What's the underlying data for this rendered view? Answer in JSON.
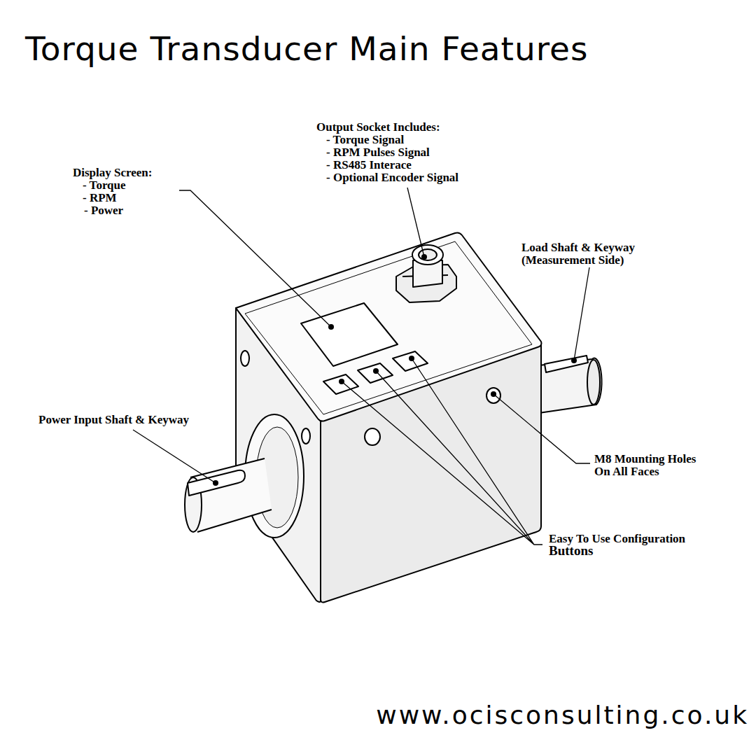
{
  "diagram": {
    "title": "Torque Transducer Main Features",
    "labels": [
      "Display Screen:",
      "- Torque",
      "- RPM",
      "- Power",
      "Output Socket Includes:",
      "- Torque Signal",
      "- RPM Pulses Signal",
      "- RS485 Interace",
      "- Optional Encoder Signal",
      "Load Shaft & Keyway",
      "(Measurement Side)",
      "Power Input Shaft & Keyway",
      "M8 Mounting Holes",
      "On All Faces",
      "Easy To Use Configuration",
      "Buttons",
      "www.ocisconsulting.co.uk"
    ]
  }
}
